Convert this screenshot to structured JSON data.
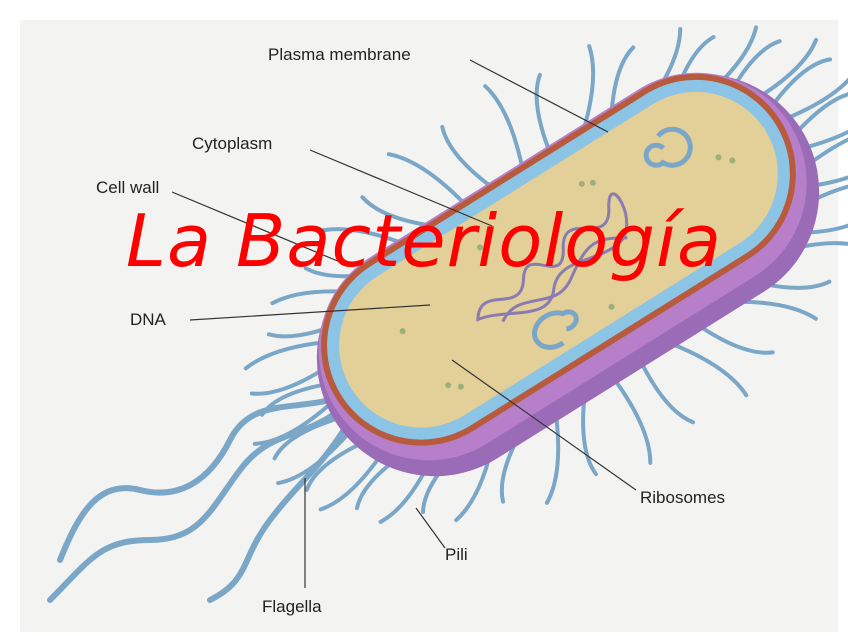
{
  "title": "La Bacteriología",
  "title_color": "#ff0000",
  "labels": {
    "plasma_membrane": "Plasma membrane",
    "cytoplasm": "Cytoplasm",
    "cell_wall": "Cell wall",
    "dna": "DNA",
    "ribosomes": "Ribosomes",
    "pili": "Pili",
    "flagella": "Flagella"
  },
  "colors": {
    "capsule": "#9a6cb8",
    "cell_wall": "#b85a3c",
    "membrane": "#8cc4e6",
    "cytoplasm": "#e3cf98",
    "pili": "#7aa6c8",
    "dna": "#8a7cb0"
  }
}
